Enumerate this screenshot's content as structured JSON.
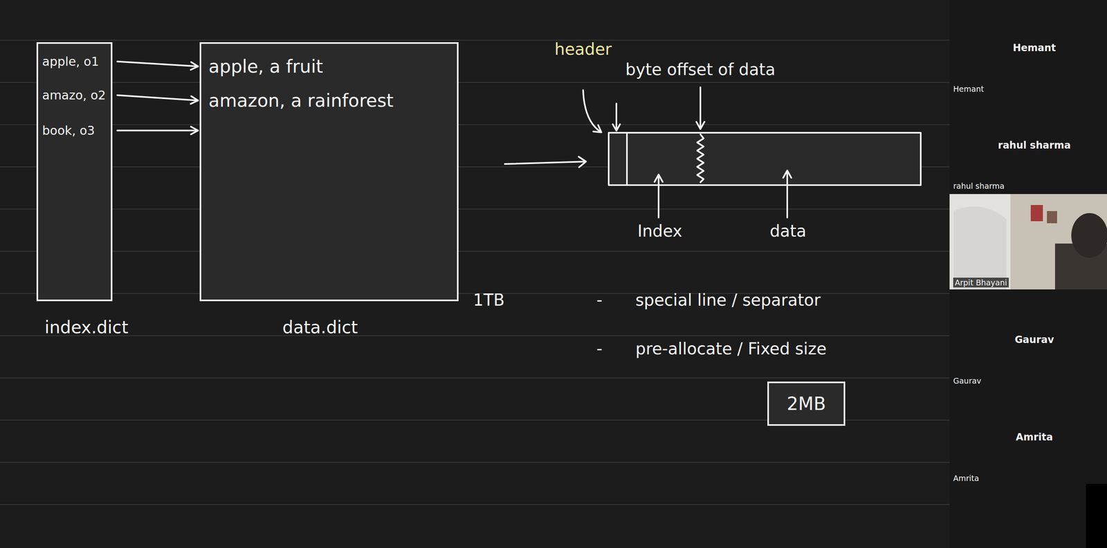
{
  "diagram": {
    "nodes": [
      {
        "text": [
          "index.dict"
        ]
      },
      {
        "text": [
          "apple, o1"
        ],
        "in": 0
      },
      {
        "text": [
          "amazo, o2"
        ],
        "in": 0
      },
      {
        "text": [
          "book, o3"
        ],
        "in": 0
      },
      {
        "text": [
          "data.dict"
        ]
      },
      {
        "text": [
          "apple, a fruit"
        ],
        "in": 4
      },
      {
        "text": [
          "amazon, a rainforest"
        ],
        "in": 4
      },
      {
        "text": [
          "2MB"
        ]
      }
    ],
    "edges": [
      {
        "from": 1,
        "to": 5,
        "arrow": "to"
      },
      {
        "from": 2,
        "to": 6,
        "arrow": "to"
      },
      {
        "from": 3,
        "to": 4,
        "arrow": "to"
      }
    ],
    "labels": [
      "header",
      "byte offset of data",
      "Index",
      "data",
      "1TB",
      "-",
      "special line / separator",
      "-",
      "pre-allocate / Fixed size",
      "Hemant",
      "Hemant",
      "rahul sharma",
      "rahul sharma",
      "Arpit Bhayani",
      "Gaurav",
      "Gaurav",
      "Amrita",
      "Amrita"
    ]
  }
}
